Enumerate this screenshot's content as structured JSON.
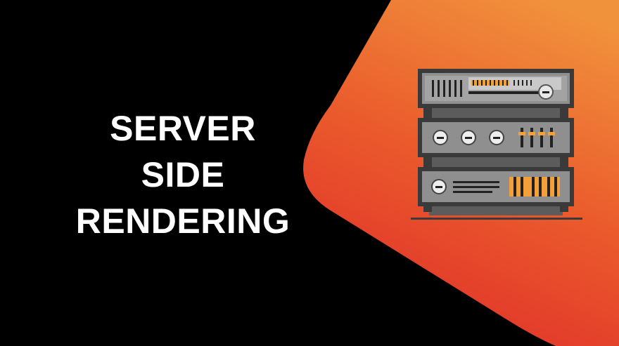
{
  "title": {
    "lines": [
      "SERVER",
      "SIDE",
      "RENDERING"
    ]
  },
  "illustration": {
    "icon": "server-rack-icon",
    "units": [
      "server-unit-top",
      "server-unit-middle",
      "server-unit-bottom"
    ]
  },
  "colors": {
    "background": "#000000",
    "gradient_top": "#f0883a",
    "gradient_bottom": "#e3322a",
    "server_body": "#8c8c8c",
    "server_frame": "#3a3a3a",
    "accent": "#f4a03a",
    "text": "#ffffff"
  }
}
